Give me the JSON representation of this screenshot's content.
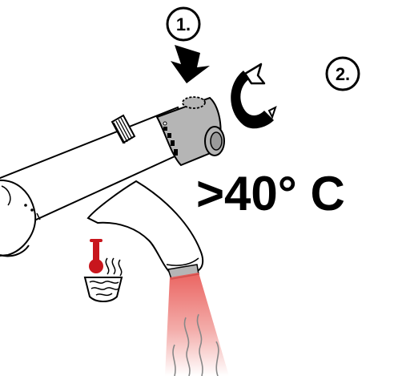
{
  "steps": {
    "step1": "1.",
    "step2": "2."
  },
  "temperature": {
    "label": ">40° C"
  },
  "icons": {
    "press": "down-arrow-icon",
    "rotate": "rotate-arrow-icon",
    "hot": "thermometer-hot-icon",
    "steam": "steaming-basin-icon"
  },
  "colors": {
    "ink": "#000000",
    "valve": "#b5b5b5",
    "thermometer": "#c8161d",
    "hot_water": "#f0a0a0",
    "hot_water_edge": "#d9534f"
  }
}
